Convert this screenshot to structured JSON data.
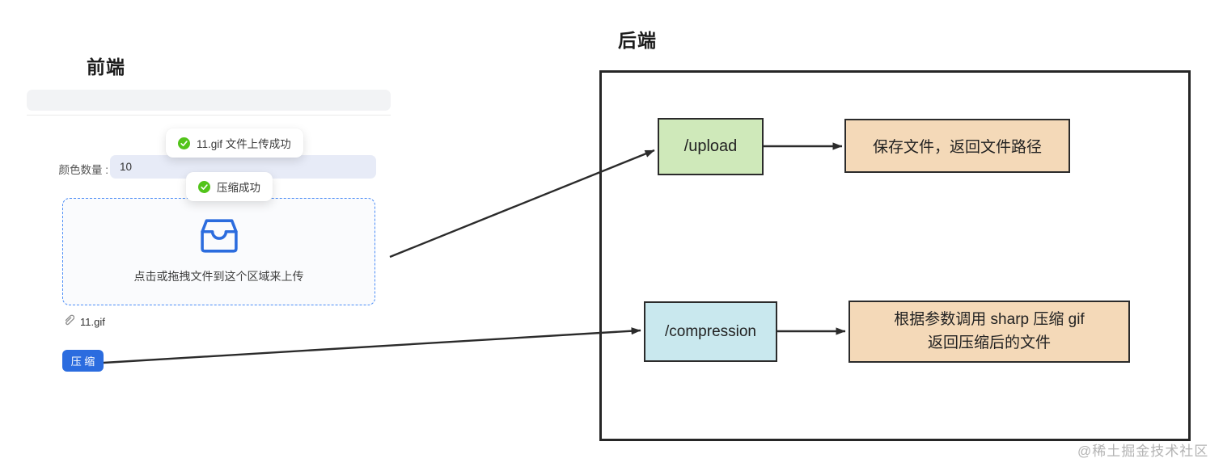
{
  "colors": {
    "accent-blue": "#2b6cdf",
    "success-green": "#52c41a",
    "box-green": "#cfe9ba",
    "box-tan": "#f4d9b8",
    "box-cyan": "#c9e8ee",
    "box-border": "#2b2b2b",
    "arrow": "#2b2b2b",
    "input-bg": "#e7ebf7",
    "dragger-border": "#4a8cf7",
    "watermark": "#b3b3b3"
  },
  "frontend": {
    "title": "前端",
    "toast_upload": "11.gif 文件上传成功",
    "toast_compress": "压缩成功",
    "color_count": {
      "label": "颜色数量 :",
      "value": "10"
    },
    "dragger": {
      "hint": "点击或拖拽文件到这个区域来上传"
    },
    "file": {
      "name": "11.gif"
    },
    "compress_button": "压 缩"
  },
  "backend": {
    "title": "后端",
    "upload_endpoint": "/upload",
    "upload_action": "保存文件，返回文件路径",
    "compression_endpoint": "/compression",
    "compression_action_line1": "根据参数调用 sharp 压缩 gif",
    "compression_action_line2": "返回压缩后的文件"
  },
  "watermark": "@稀土掘金技术社区"
}
